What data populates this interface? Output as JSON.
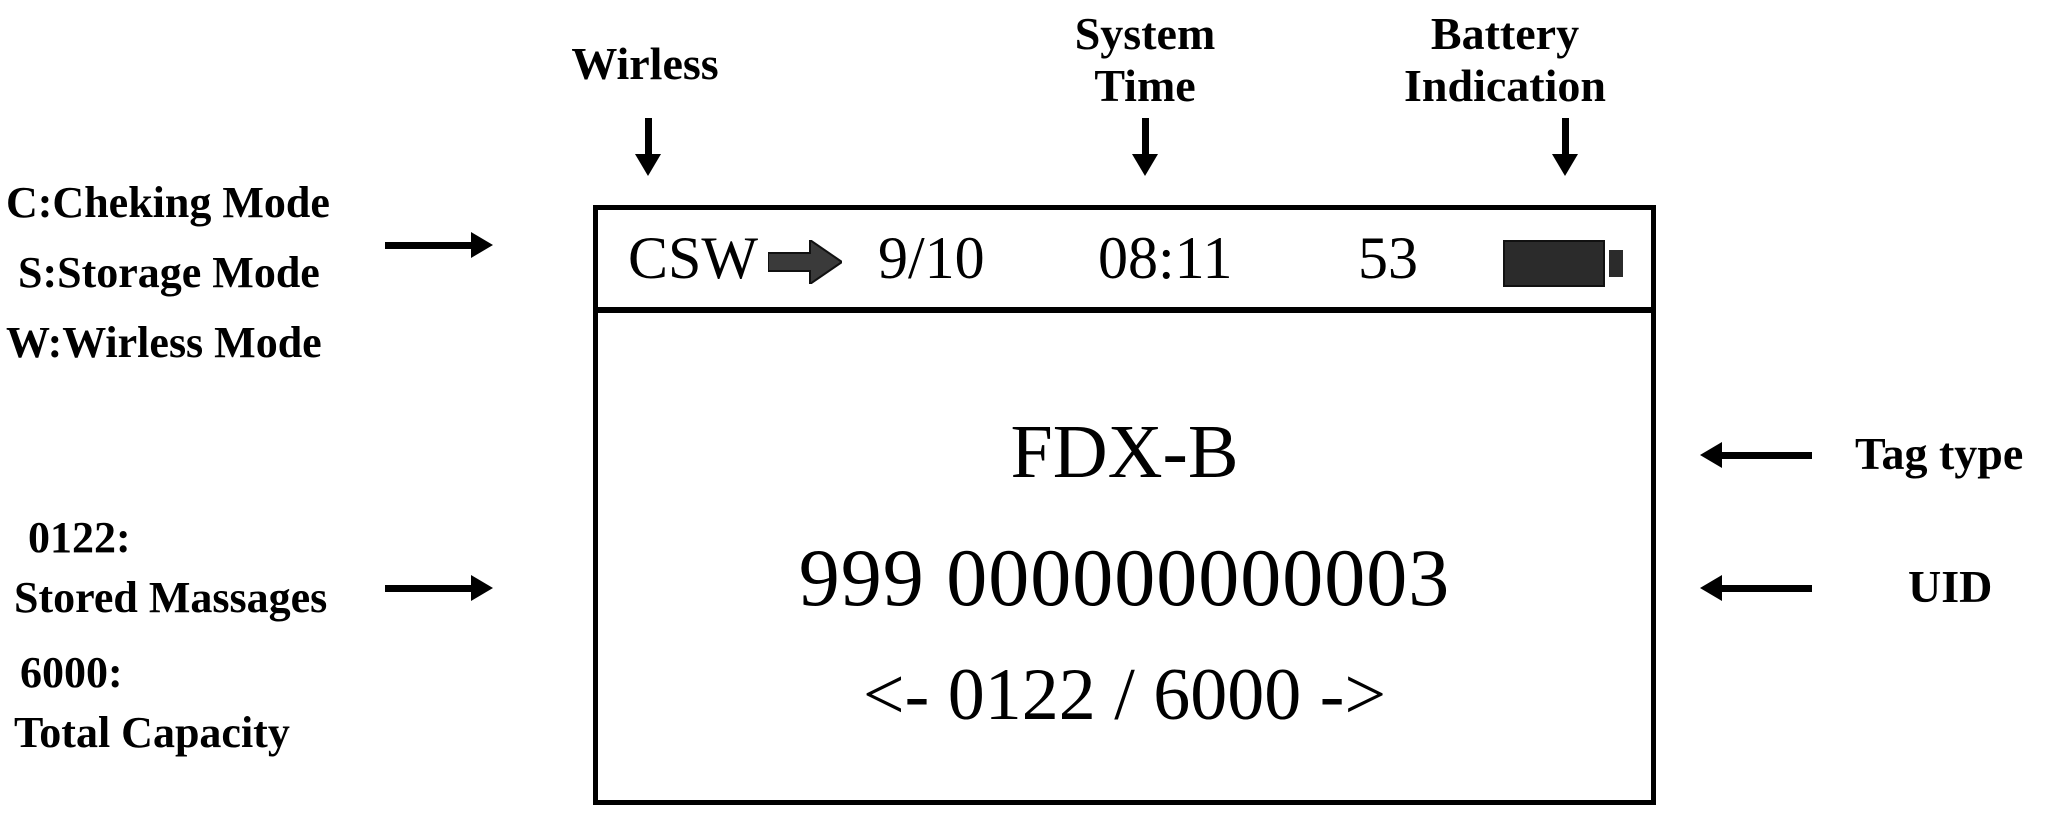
{
  "device": {
    "screen_label": "lcd-screen",
    "status_bar": {
      "mode_flags": "CSW",
      "wireless_icon": "right-arrow-icon",
      "date": "9/10",
      "time": "08:11",
      "battery_percent": "53",
      "battery_icon": "battery-full-icon",
      "battery_fill_color": "#2b2b2b"
    },
    "display": {
      "tag_type": "FDX-B",
      "uid": "999 000000000003",
      "uid_prefix": "999",
      "uid_number": "000000000003",
      "record_counter": "<- 0122 / 6000 ->",
      "record_current": "0122",
      "record_total": "6000",
      "nav_prev_icon": "left-arrow-glyph",
      "nav_next_icon": "right-arrow-glyph"
    }
  },
  "annotations": {
    "top": [
      {
        "id": "wireless",
        "label": "Wirless"
      },
      {
        "id": "system-time",
        "label": "System\nTime"
      },
      {
        "id": "battery-indication",
        "label": "Battery\nIndication"
      }
    ],
    "left_modes": {
      "line1": "C:Cheking Mode",
      "line2": "S:Storage Mode",
      "line3": "W:Wirless Mode"
    },
    "left_storage": {
      "stored_key": "0122:",
      "stored_label": "Stored Massages",
      "capacity_key": "6000:",
      "capacity_label": "Total Capacity"
    },
    "right": [
      {
        "id": "tag-type",
        "label": "Tag type"
      },
      {
        "id": "uid",
        "label": "UID"
      }
    ]
  },
  "colors": {
    "ink": "#000000",
    "background": "#ffffff",
    "battery": "#2b2b2b"
  }
}
